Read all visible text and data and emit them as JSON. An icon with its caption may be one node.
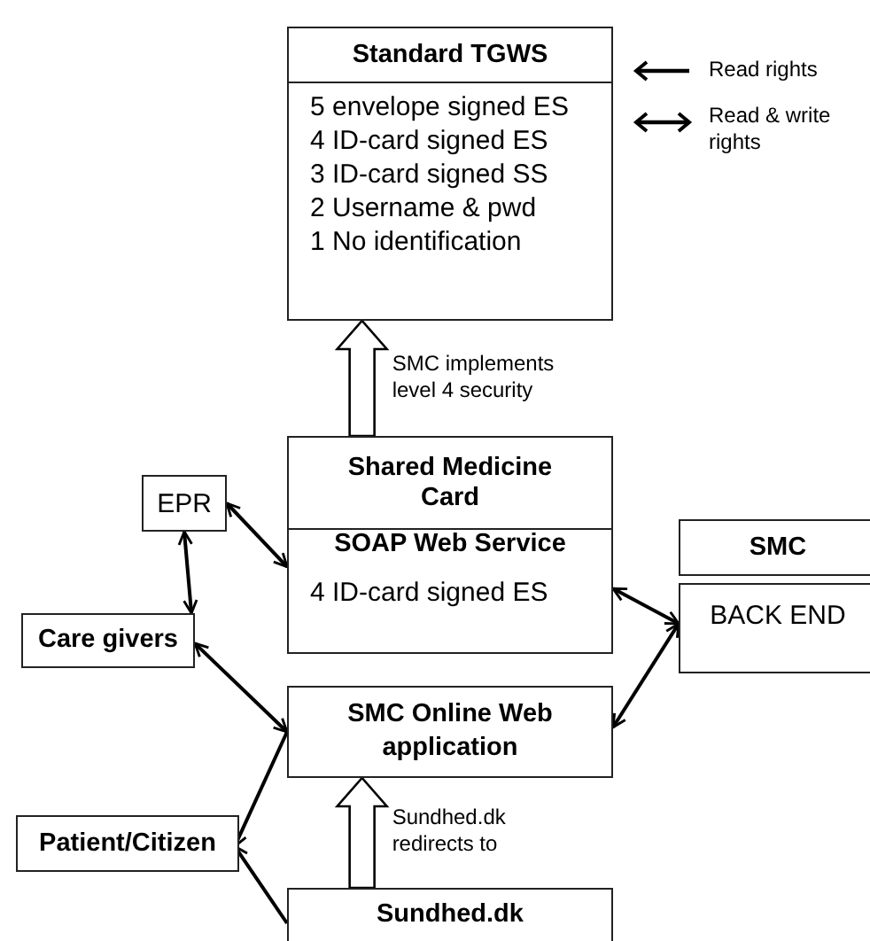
{
  "diagram": {
    "nodes": [
      {
        "text": [
          "Standard TGWS",
          "5 envelope signed ES",
          "4 ID-card signed ES",
          "3 ID-card signed SS",
          "2 Username & pwd",
          "1 No identification"
        ]
      },
      {
        "text": [
          "Shared Medicine Card",
          "SOAP Web Service",
          "4 ID-card signed ES"
        ]
      },
      {
        "text": [
          "EPR"
        ]
      },
      {
        "text": [
          "SMC"
        ]
      },
      {
        "text": [
          "BACK END"
        ]
      },
      {
        "text": [
          "Care givers"
        ]
      },
      {
        "text": [
          "SMC Online Web application"
        ]
      },
      {
        "text": [
          "Patient/Citizen"
        ]
      },
      {
        "text": [
          "Sundhed.dk"
        ]
      }
    ],
    "edges": [
      {
        "from": 1,
        "to": 0,
        "arrow": "to",
        "style": "thick",
        "label": "SMC implements level 4 security"
      },
      {
        "from": 2,
        "to": 1,
        "arrow": "both"
      },
      {
        "from": 2,
        "to": 5,
        "arrow": "both"
      },
      {
        "from": 5,
        "to": 6,
        "arrow": "both"
      },
      {
        "from": 6,
        "to": 7,
        "arrow": "to"
      },
      {
        "from": 8,
        "to": 7,
        "arrow": "to"
      },
      {
        "from": 1,
        "to": 4,
        "arrow": "both"
      },
      {
        "from": 4,
        "to": 6,
        "arrow": "both"
      },
      {
        "from": 8,
        "to": 6,
        "arrow": "to",
        "style": "thick",
        "label": "Sundhed.dk redirects to"
      }
    ],
    "legend": [
      {
        "text": "Read rights"
      },
      {
        "text": "Read & write rights"
      }
    ]
  }
}
